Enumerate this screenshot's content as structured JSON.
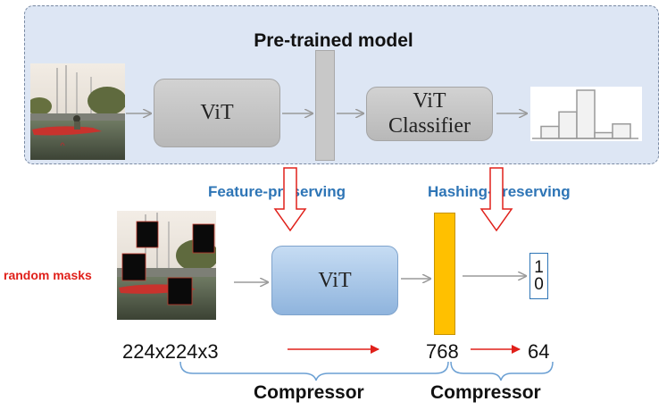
{
  "pretrained": {
    "title": "Pre-trained model"
  },
  "blocks": {
    "vit_top": "ViT",
    "classifier_line1": "ViT",
    "classifier_line2": "Classifier",
    "vit_bottom": "ViT"
  },
  "labels": {
    "feature_preserving": "Feature-preserving",
    "hashing_preserving": "Hashing-preserving",
    "random_masks": "random masks"
  },
  "hash_code": {
    "bit1": "1",
    "bit2": "0"
  },
  "dimensions": {
    "input": "224x224x3",
    "feature": "768",
    "hash": "64"
  },
  "compressors": {
    "first": "Compressor",
    "second": "Compressor"
  },
  "histogram": {
    "values": [
      0.25,
      0.55,
      1.0,
      0.12,
      0.3
    ]
  },
  "colors": {
    "accent_blue": "#2e75b6",
    "arrow_red": "#e0201a",
    "feature_orange": "#ffc000",
    "vit_blue": "#9dbfe4",
    "panel": "#dde6f4"
  }
}
